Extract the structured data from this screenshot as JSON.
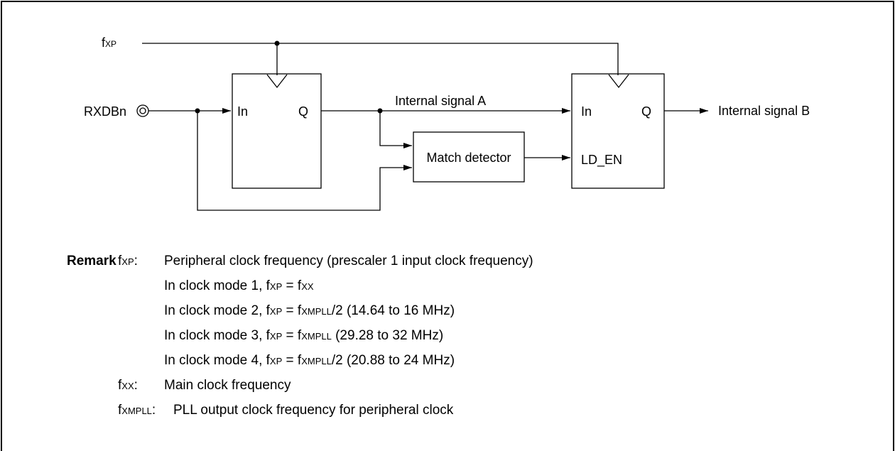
{
  "diagram": {
    "fxp_sym": "f",
    "fxp_sub": "XP",
    "rxd_label": "RXDBn",
    "ff1": {
      "in_label": "In",
      "q_label": "Q"
    },
    "ff2": {
      "in_label": "In",
      "q_label": "Q",
      "ld_label": "LD_EN"
    },
    "match_label": "Match detector",
    "sig_a": "Internal signal A",
    "sig_b": "Internal signal B"
  },
  "remark": {
    "heading": "Remark",
    "lines": [
      {
        "key_f": "f",
        "key_sub": "XP",
        "key_colon": ":",
        "text": "Peripheral clock frequency (prescaler 1 input clock frequency)"
      },
      {
        "pre": "In clock mode 1, ",
        "f1": "f",
        "s1": "XP",
        "eq": " = ",
        "f2": "f",
        "s2": "XX",
        "post": ""
      },
      {
        "pre": "In clock mode 2, ",
        "f1": "f",
        "s1": "XP",
        "eq": " = ",
        "f2": "f",
        "s2": "XMPLL",
        "post": "/2 (14.64 to 16 MHz)"
      },
      {
        "pre": "In clock mode 3, ",
        "f1": "f",
        "s1": "XP",
        "eq": " = ",
        "f2": "f",
        "s2": "XMPLL",
        "post": " (29.28 to 32 MHz)"
      },
      {
        "pre": "In clock mode 4, ",
        "f1": "f",
        "s1": "XP",
        "eq": " = ",
        "f2": "f",
        "s2": "XMPLL",
        "post": "/2 (20.88 to 24 MHz)"
      },
      {
        "key_f": "f",
        "key_sub": "XX",
        "key_colon": ":",
        "text": "Main clock frequency"
      },
      {
        "key_f": "f",
        "key_sub": "XMPLL",
        "key_colon": ":",
        "text": "PLL output clock frequency for peripheral clock"
      }
    ]
  }
}
